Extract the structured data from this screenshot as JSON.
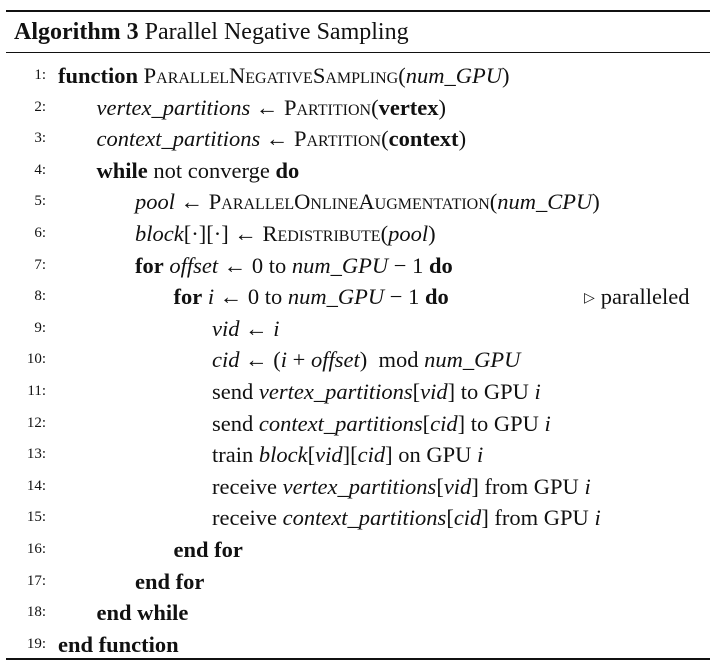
{
  "caption": {
    "label": "Algorithm 3",
    "title": "Parallel Negative Sampling"
  },
  "lines": [
    {
      "n": "1:",
      "indent": 0,
      "html": "<b>function</b> <span class=\"sc\">ParallelNegativeSampling</span>(<i>num_GPU</i>)"
    },
    {
      "n": "2:",
      "indent": 1,
      "html": "<i>vertex_partitions</i> ← <span class=\"sc\">Partition</span>(<b>vertex</b>)"
    },
    {
      "n": "3:",
      "indent": 1,
      "html": "<i>context_partitions</i> ← <span class=\"sc\">Partition</span>(<b>context</b>)"
    },
    {
      "n": "4:",
      "indent": 1,
      "html": "<b>while</b> not converge <b>do</b>"
    },
    {
      "n": "5:",
      "indent": 2,
      "html": "<i>pool</i> ← <span class=\"sc\">ParallelOnlineAugmentation</span>(<i>num_CPU</i>)"
    },
    {
      "n": "6:",
      "indent": 2,
      "html": "<i>block</i>[·][·] ← <span class=\"sc\">Redistribute</span>(<i>pool</i>)"
    },
    {
      "n": "7:",
      "indent": 2,
      "html": "<b>for</b> <i>offset</i> ← 0 to <i>num_GPU</i> − 1 <b>do</b>"
    },
    {
      "n": "8:",
      "indent": 3,
      "html": "<b>for</b> <i>i</i> ← 0 to <i>num_GPU</i> − 1 <b>do</b>",
      "comment": "paralleled"
    },
    {
      "n": "9:",
      "indent": 4,
      "html": "<i>vid</i> ← <i>i</i>"
    },
    {
      "n": "10:",
      "indent": 4,
      "html": "<i>cid</i> ← (<i>i</i> + <i>offset</i>)&nbsp;&nbsp;mod <i>num_GPU</i>"
    },
    {
      "n": "11:",
      "indent": 4,
      "html": "send <i>vertex_partitions</i>[<i>vid</i>] to GPU <i>i</i>"
    },
    {
      "n": "12:",
      "indent": 4,
      "html": "send <i>context_partitions</i>[<i>cid</i>] to GPU <i>i</i>"
    },
    {
      "n": "13:",
      "indent": 4,
      "html": "train <i>block</i>[<i>vid</i>][<i>cid</i>] on GPU <i>i</i>"
    },
    {
      "n": "14:",
      "indent": 4,
      "html": "receive <i>vertex_partitions</i>[<i>vid</i>] from GPU <i>i</i>"
    },
    {
      "n": "15:",
      "indent": 4,
      "html": "receive <i>context_partitions</i>[<i>cid</i>] from GPU <i>i</i>"
    },
    {
      "n": "16:",
      "indent": 3,
      "html": "<b>end for</b>"
    },
    {
      "n": "17:",
      "indent": 2,
      "html": "<b>end for</b>"
    },
    {
      "n": "18:",
      "indent": 1,
      "html": "<b>end while</b>"
    },
    {
      "n": "19:",
      "indent": 0,
      "html": "<b>end function</b>"
    }
  ]
}
